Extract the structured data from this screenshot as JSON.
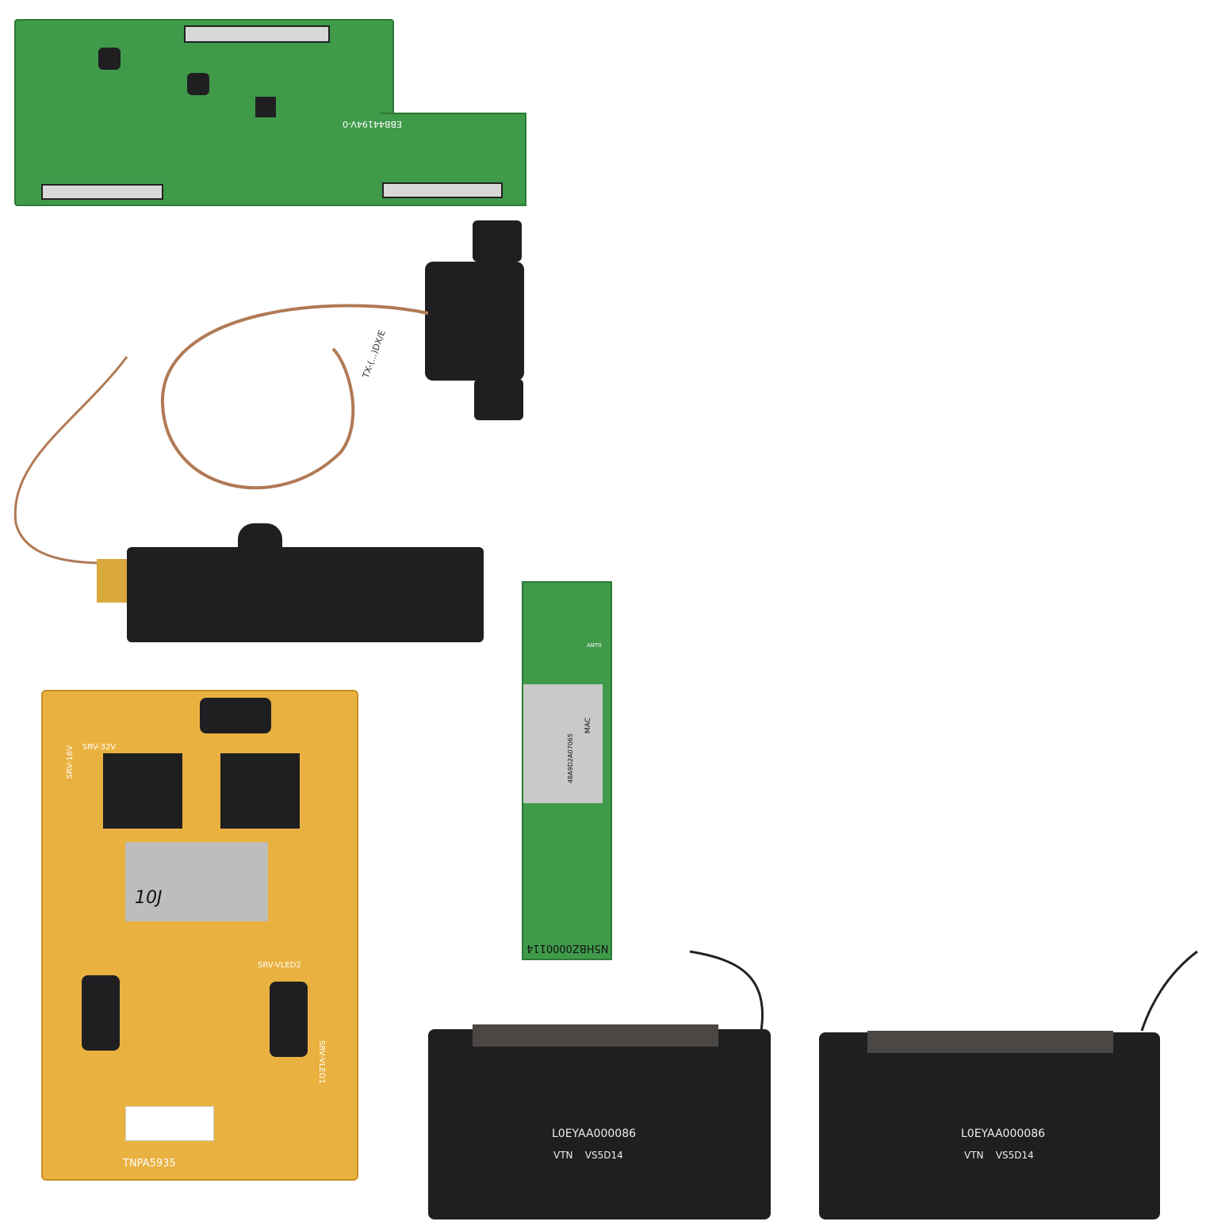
{
  "tcon_board": {
    "part_number": "EBB44194V-0",
    "colors": {
      "pcb": "#3f9a4a"
    }
  },
  "wifi_module": {
    "model": "N5HBZ0000114",
    "mac_label": "MAC",
    "mac": "48A9D2A07065",
    "antenna_label": "ANT0"
  },
  "power_board": {
    "model": "TNPA5935",
    "labels": [
      "SRV-32V",
      "SRV-16V",
      "SRV-VLED2",
      "SRV-VLED1"
    ],
    "handwritten": "10J",
    "colors": {
      "pcb": "#e9b13f"
    }
  },
  "cable_label": "TX-(...)DX/E",
  "speakers": [
    {
      "part": "L0EYAA000086",
      "code": "VTN    VS5D14"
    },
    {
      "part": "L0EYAA000086",
      "code": "VTN    VS5D14"
    }
  ]
}
